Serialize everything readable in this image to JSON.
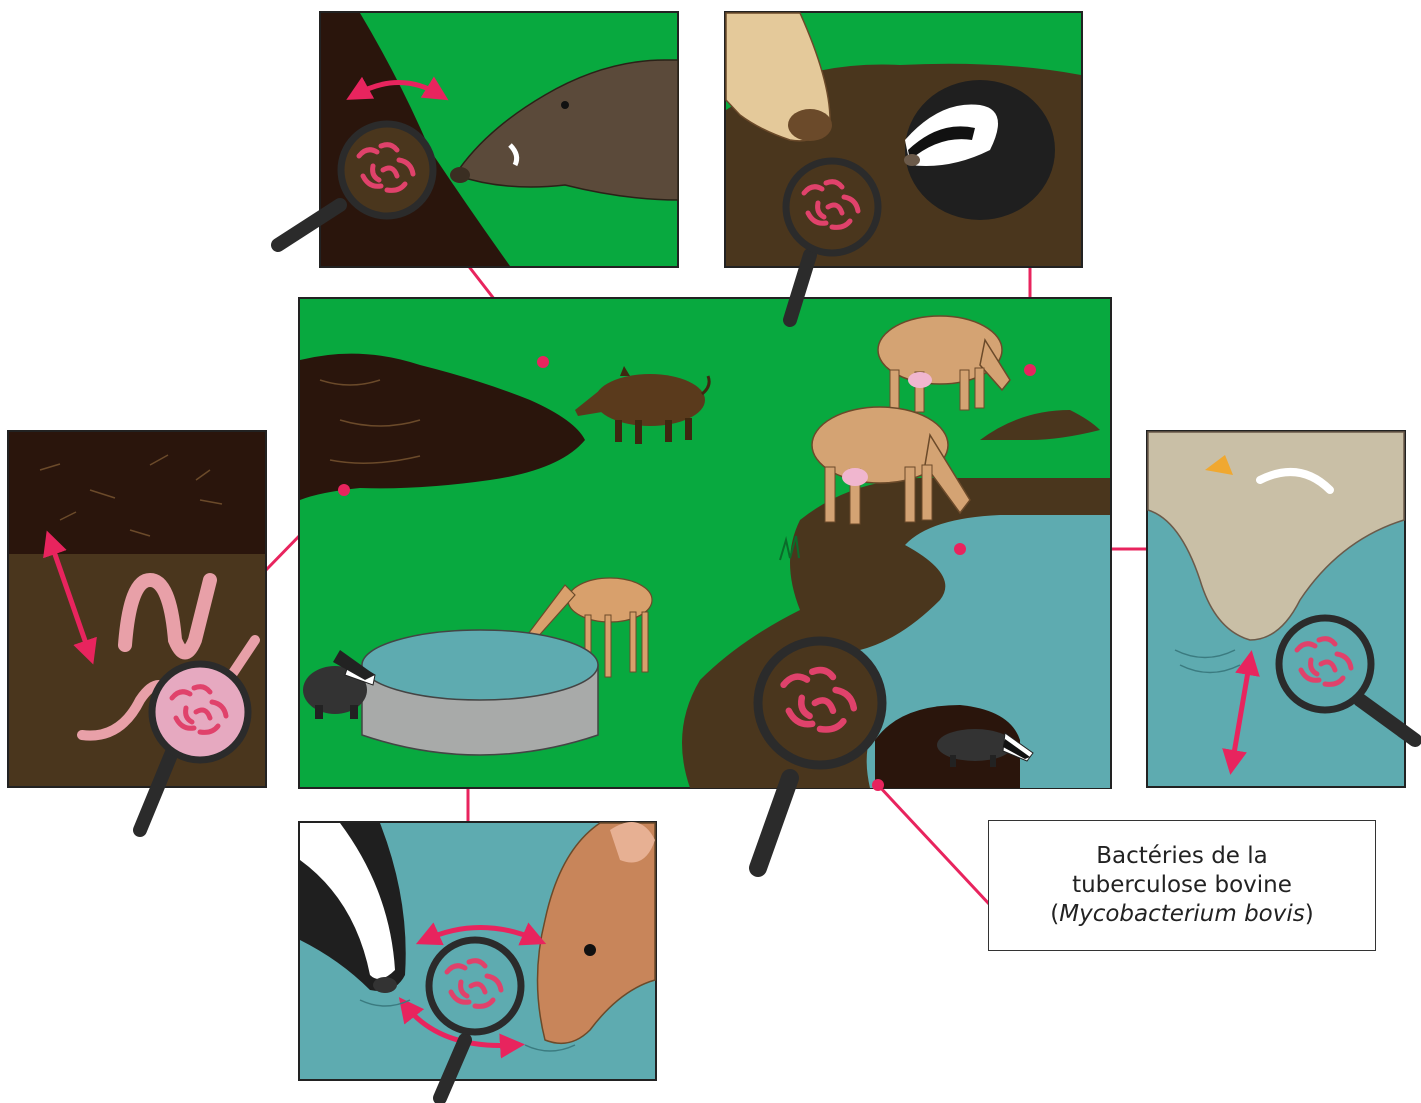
{
  "label": {
    "line1": "Bactéries de la",
    "line2": "tuberculose bovine",
    "paren_open": "(",
    "species": "Mycobacterium bovis",
    "paren_close": ")"
  },
  "colors": {
    "grass": "#08a93f",
    "soil": "#4a361d",
    "dark_soil": "#2a150c",
    "water": "#5eabb0",
    "connector": "#e8245e",
    "bacteria": "#e0426b",
    "magnifier_handle": "#2b2b2b"
  },
  "icons": [
    "magnifier-icon",
    "bacteria-icon",
    "double-arrow-icon",
    "badger-icon",
    "boar-icon",
    "cow-icon",
    "deer-icon",
    "earthworm-icon",
    "water-trough-icon"
  ]
}
